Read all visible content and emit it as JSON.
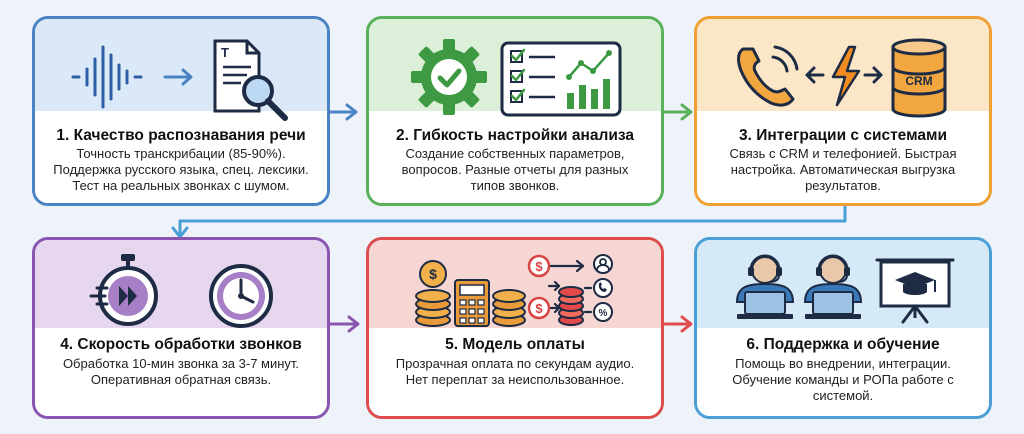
{
  "colors": {
    "blue": "#4a83c4",
    "green": "#58b05a",
    "orange": "#f0a030",
    "purple": "#8a55b0",
    "red": "#dd4d4d",
    "lightblue": "#4a9fd6",
    "background": "#eef3f9"
  },
  "cards": [
    {
      "title": "1. Качество распознавания речи",
      "lines": [
        "Точность транскрибации (85-90%).",
        "Поддержка русского языка, спец. лексики.",
        "Тест на реальных звонках с шумом."
      ],
      "icons": [
        "sound-wave-icon",
        "arrow-right-icon",
        "document-magnifier-icon"
      ]
    },
    {
      "title": "2. Гибкость настройки анализа",
      "lines": [
        "Создание собственных параметров,",
        "вопросов. Разные отчеты для разных",
        "типов звонков."
      ],
      "icons": [
        "gear-check-icon",
        "checklist-icon",
        "bar-chart-icon"
      ]
    },
    {
      "title": "3. Интеграции с системами",
      "lines": [
        "Связь с CRM и телефонией. Быстрая",
        "настройка. Автоматическая выгрузка",
        "результатов."
      ],
      "icons": [
        "phone-icon",
        "lightning-icon",
        "crm-database-icon"
      ],
      "crm_label": "CRM"
    },
    {
      "title": "4. Скорость обработки звонков",
      "lines": [
        "Обработка 10-мин звонка за 3-7 минут.",
        "Оперативная обратная связь."
      ],
      "icons": [
        "stopwatch-fast-forward-icon",
        "clock-icon"
      ]
    },
    {
      "title": "5. Модель оплаты",
      "lines": [
        "Прозрачная оплата по секундам аудио.",
        "Нет переплат за неиспользованное."
      ],
      "icons": [
        "coins-calculator-icon",
        "payment-flow-icon"
      ]
    },
    {
      "title": "6. Поддержка и обучение",
      "lines": [
        "Помощь во внедрении, интеграции.",
        "Обучение команды и РОПа работе с",
        "системой."
      ],
      "icons": [
        "support-agent-icon",
        "support-agent-icon",
        "presentation-board-icon"
      ]
    }
  ]
}
